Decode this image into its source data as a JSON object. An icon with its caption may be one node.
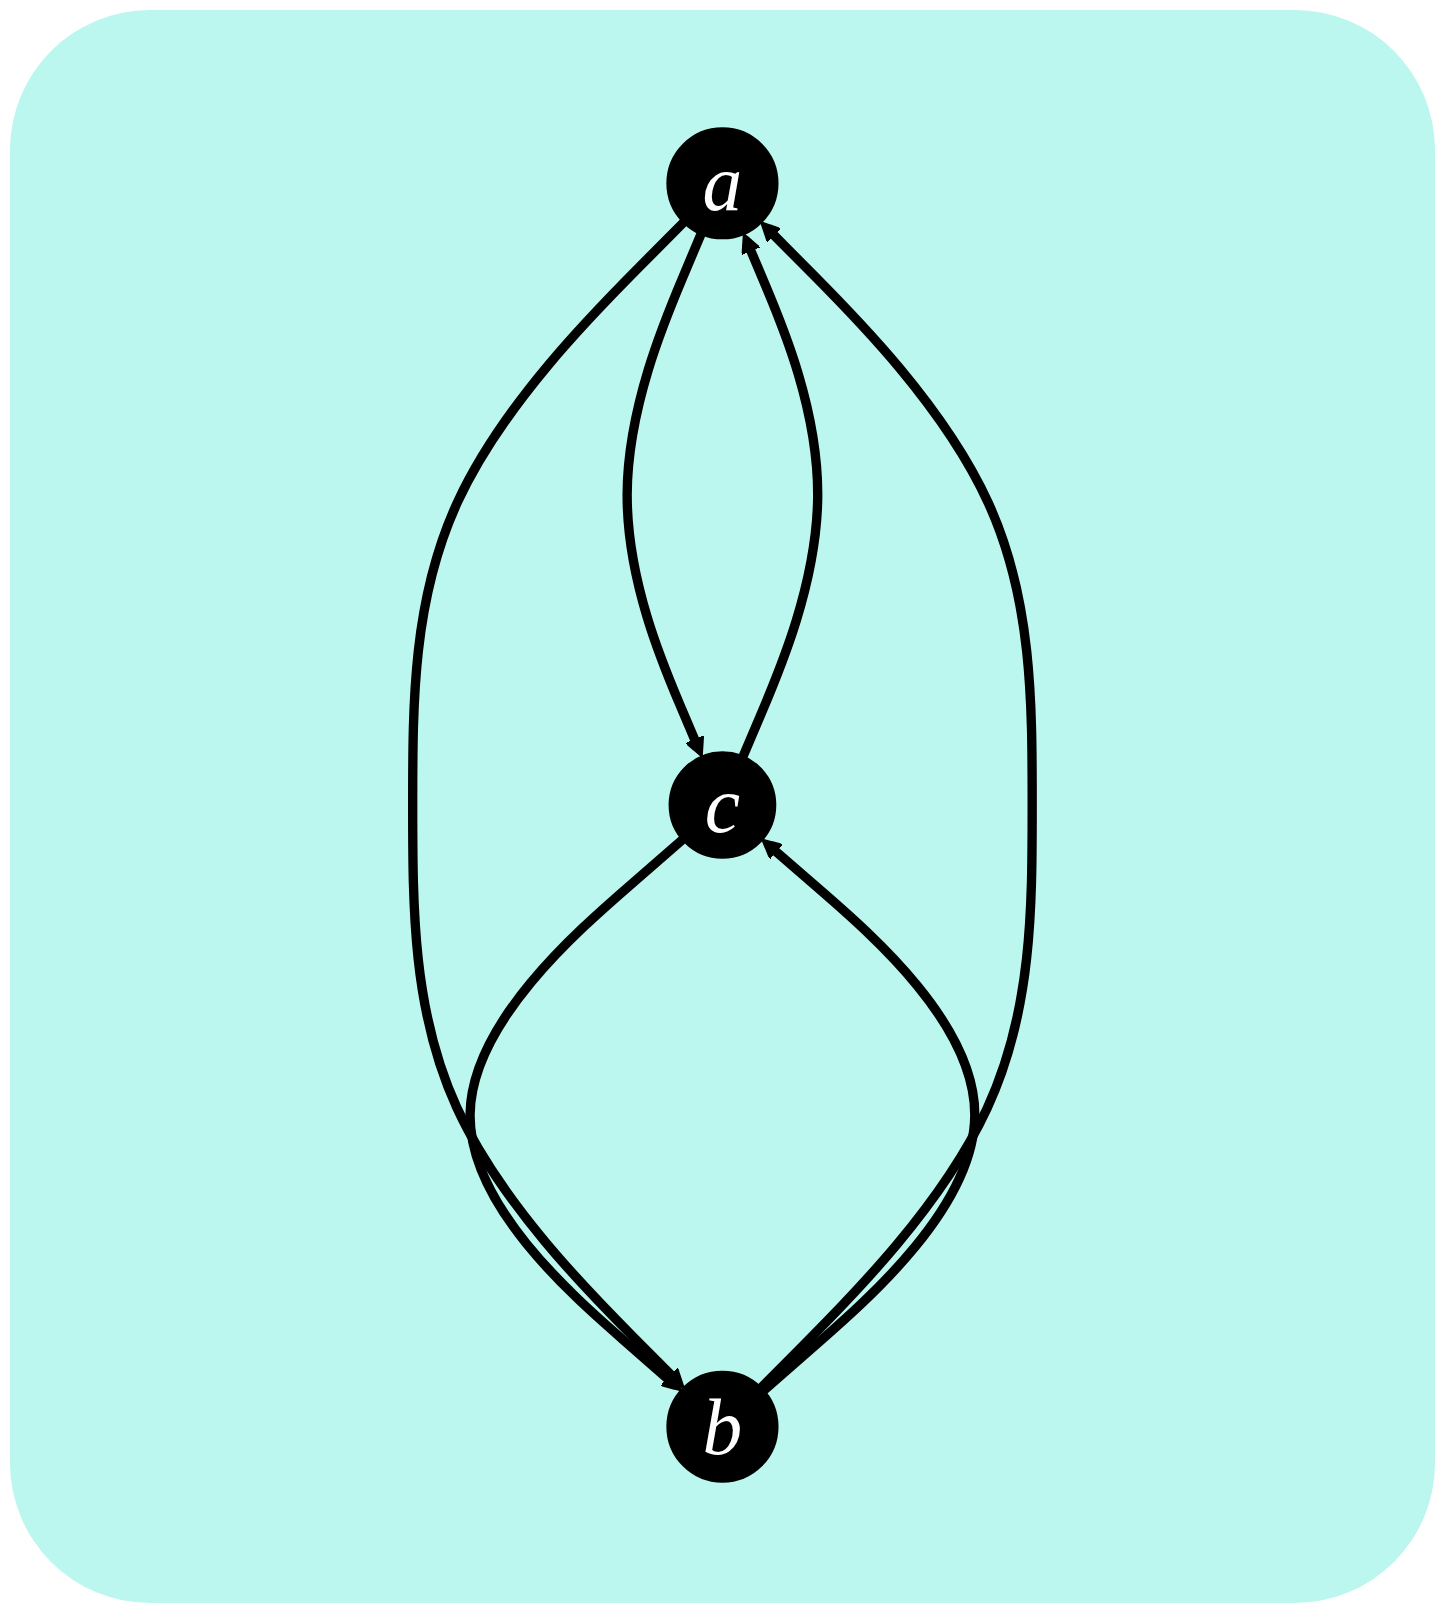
{
  "diagram": {
    "nodes": [
      {
        "text": [
          "a"
        ]
      },
      {
        "text": [
          "c"
        ]
      },
      {
        "text": [
          "b"
        ]
      }
    ],
    "edges": [
      {
        "from": 0,
        "to": 1,
        "arrow": "to"
      },
      {
        "from": 1,
        "to": 2,
        "arrow": "to"
      },
      {
        "from": 2,
        "to": 0,
        "arrow": "to"
      },
      {
        "from": 1,
        "to": 0,
        "arrow": "to"
      },
      {
        "from": 0,
        "to": 2,
        "arrow": "to"
      },
      {
        "from": 2,
        "to": 1,
        "arrow": "to"
      }
    ]
  }
}
